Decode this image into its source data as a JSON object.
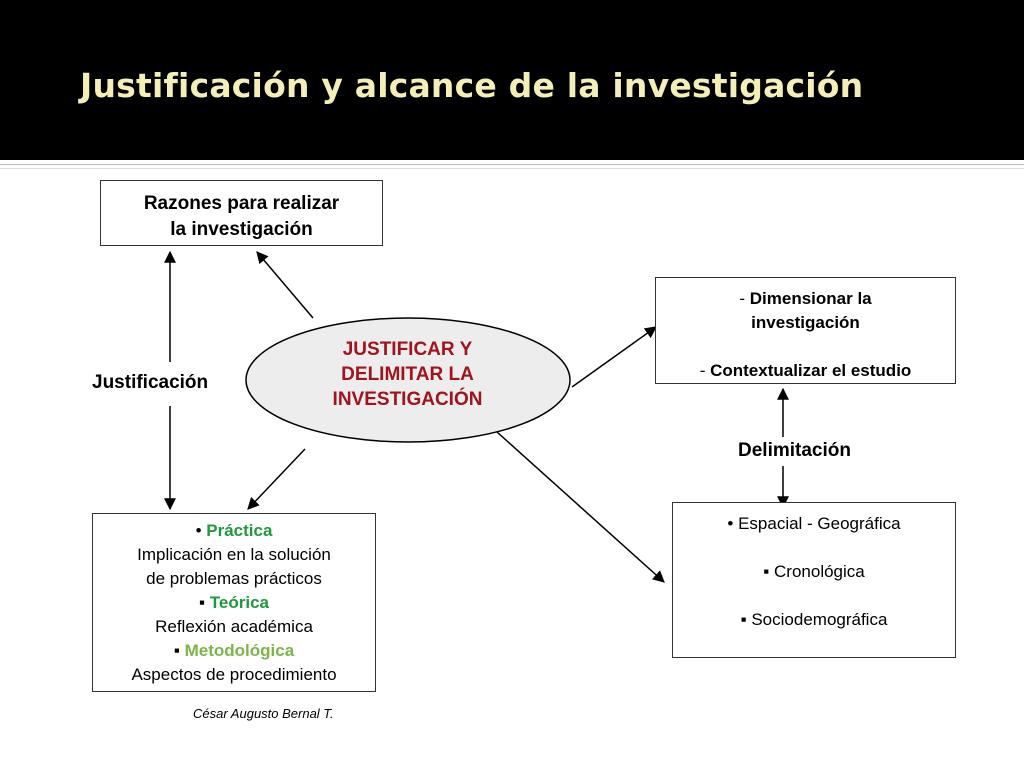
{
  "slide": {
    "title": "Justificación y alcance de la investigación",
    "credit": "César Augusto Bernal T."
  },
  "center": {
    "lines": [
      "JUSTIFICAR Y",
      "DELIMITAR LA",
      "INVESTIGACIÓN"
    ],
    "color": "#a0141e"
  },
  "labels": {
    "justificacion": "Justificación",
    "delimitacion": "Delimitación"
  },
  "razones": {
    "line1": "Razones para realizar",
    "line2": "la investigación"
  },
  "tipos": {
    "item1_bullet": "•",
    "item1_title": "Práctica",
    "item1_desc1": "Implicación en la solución",
    "item1_desc2": "de problemas prácticos",
    "item2_bullet": "▪",
    "item2_title": "Teórica",
    "item2_desc": "Reflexión académica",
    "item3_bullet": "▪",
    "item3_title": "Metodológica",
    "item3_desc": "Aspectos de procedimiento",
    "colors": {
      "practica": "#1e9a3c",
      "teorica": "#1e9a3c",
      "metodologica": "#7ab648"
    }
  },
  "dimension": {
    "dash1": "-",
    "line1": "Dimensionar la",
    "line2": "investigación",
    "dash2": "-",
    "line3": "Contextualizar el estudio"
  },
  "delimitacion_box": {
    "item1": "• Espacial - Geográfica",
    "item2_bullet": "▪",
    "item2": "Cronológica",
    "item3_bullet": "▪",
    "item3": "Sociodemográfica"
  }
}
